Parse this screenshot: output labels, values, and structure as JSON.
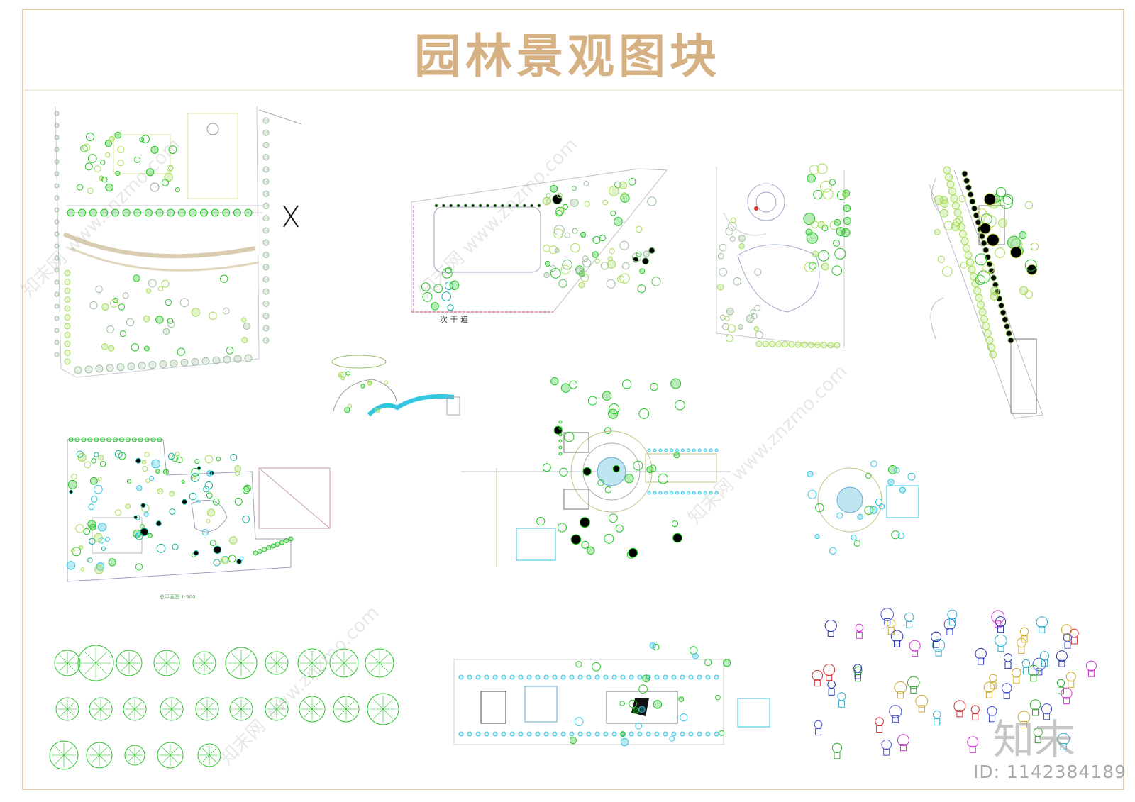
{
  "title": "园林景观图块",
  "labels": {
    "road_text": "次  干  道",
    "plan_caption": "总平面图 1:300"
  },
  "watermark": {
    "logo_text": "知末",
    "id_text": "ID: 1142384189",
    "site_text": "知末网 www.znzmo.com"
  },
  "colors": {
    "title": "#d6b184",
    "border": "#d7bd96",
    "green": "#27c427",
    "light_green": "#a6dc5a",
    "cyan": "#33c6e0",
    "line": "#8fa3bf"
  }
}
